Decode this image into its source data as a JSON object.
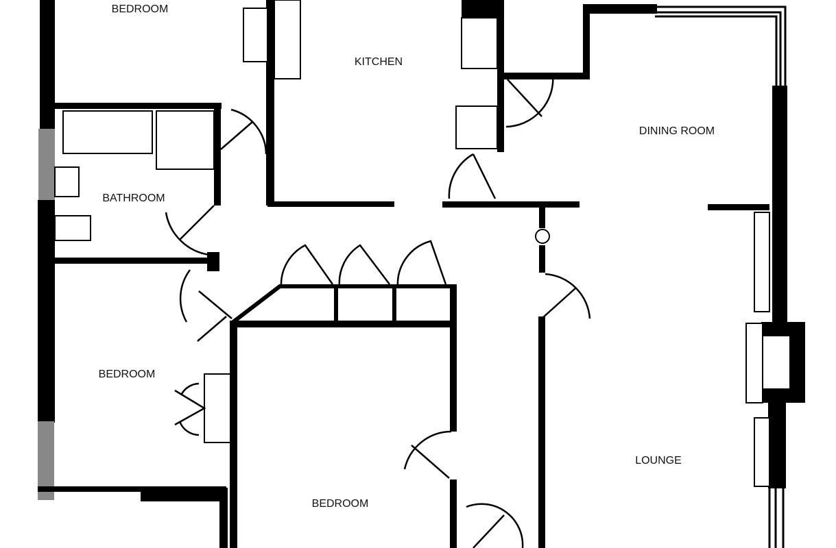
{
  "title": "Floor plan",
  "rooms": {
    "bedroom_top": "BEDROOM",
    "kitchen": "KITCHEN",
    "dining_room": "DINING ROOM",
    "bathroom": "BATHROOM",
    "bedroom_left": "BEDROOM",
    "bedroom_center": "BEDROOM",
    "lounge": "LOUNGE"
  },
  "colors": {
    "wall": "#000000",
    "background": "#ffffff"
  }
}
